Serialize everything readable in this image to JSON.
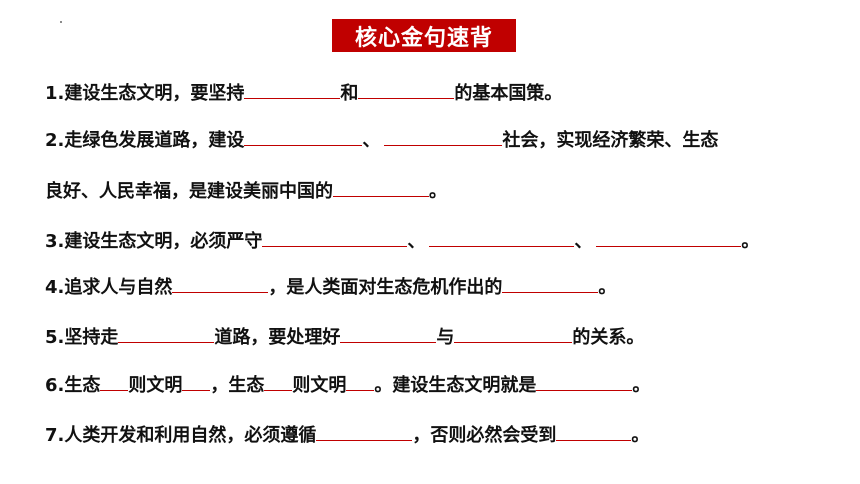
{
  "title": "核心金句速背",
  "items": {
    "l1": [
      "1.建设生态文明，要坚持",
      "和",
      "的基本国策。"
    ],
    "l2": [
      "2.走绿色发展道路，建设",
      "、",
      "社会，实现经济繁荣、生态"
    ],
    "l2b": [
      "良好、人民幸福，是建设美丽中国的",
      "。"
    ],
    "l3": [
      "3.建设生态文明，必须严守",
      "、",
      "、",
      "。"
    ],
    "l4": [
      "4.追求人与自然",
      "，是人类面对生态危机作出的",
      "。"
    ],
    "l5": [
      "5.坚持走",
      "道路，要处理好",
      "与",
      "的关系。"
    ],
    "l6": [
      "6.生态",
      "则文明",
      "，生态",
      "则文明",
      "。建设生态文明就是",
      "。"
    ],
    "l7": [
      "7.人类开发和利用自然，必须遵循",
      "，否则必然会受到",
      "。"
    ]
  }
}
